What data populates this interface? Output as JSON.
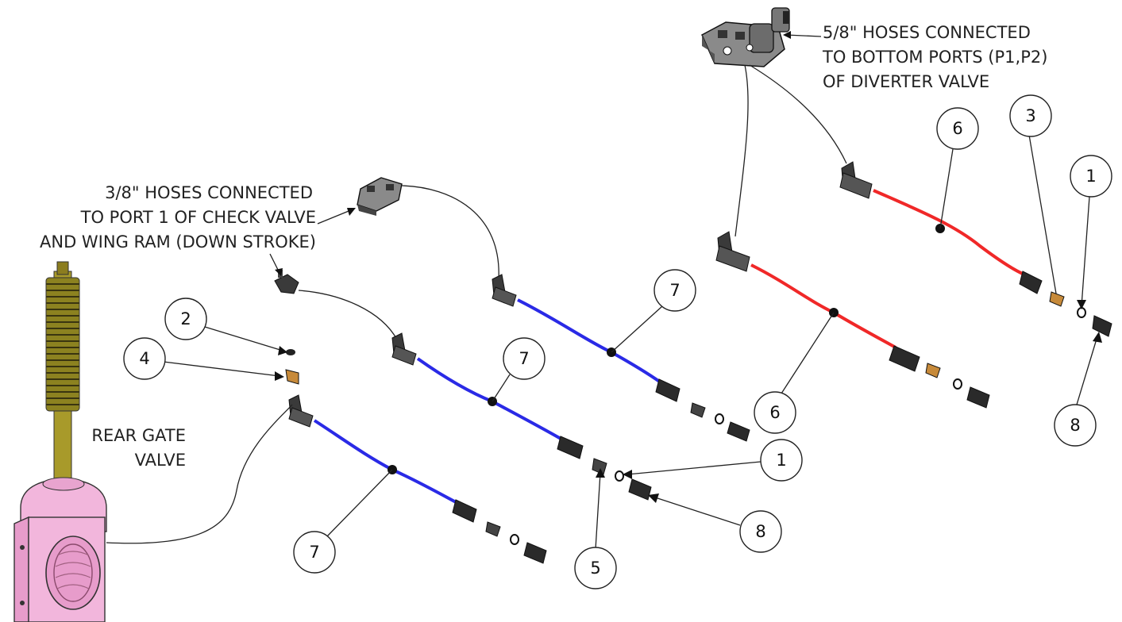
{
  "colors": {
    "blue_hose": "#2a2ae6",
    "red_hose": "#f02828",
    "valve_body": "#f2b6dc",
    "stem_brass": "#a89a2a",
    "fitting_dark": "#2a2a2a",
    "brass_fitting": "#c78a3a"
  },
  "callouts": {
    "diverter_note": [
      "5/8\" HOSES CONNECTED",
      "TO BOTTOM PORTS (P1,P2)",
      "OF DIVERTER VALVE"
    ],
    "check_valve_note": [
      "3/8\" HOSES CONNECTED",
      "TO PORT 1 OF CHECK VALVE",
      "AND WING RAM (DOWN STROKE)"
    ],
    "gate_valve_note": [
      "REAR GATE",
      "VALVE"
    ]
  },
  "balloons": [
    {
      "id": "b-6-top",
      "number": "6"
    },
    {
      "id": "b-3",
      "number": "3"
    },
    {
      "id": "b-1-right",
      "number": "1"
    },
    {
      "id": "b-7-right",
      "number": "7"
    },
    {
      "id": "b-2",
      "number": "2"
    },
    {
      "id": "b-4",
      "number": "4"
    },
    {
      "id": "b-7-mid",
      "number": "7"
    },
    {
      "id": "b-6-bottom",
      "number": "6"
    },
    {
      "id": "b-1-mid",
      "number": "1"
    },
    {
      "id": "b-8-right",
      "number": "8"
    },
    {
      "id": "b-8-mid",
      "number": "8"
    },
    {
      "id": "b-7-low",
      "number": "7"
    },
    {
      "id": "b-5",
      "number": "5"
    }
  ]
}
